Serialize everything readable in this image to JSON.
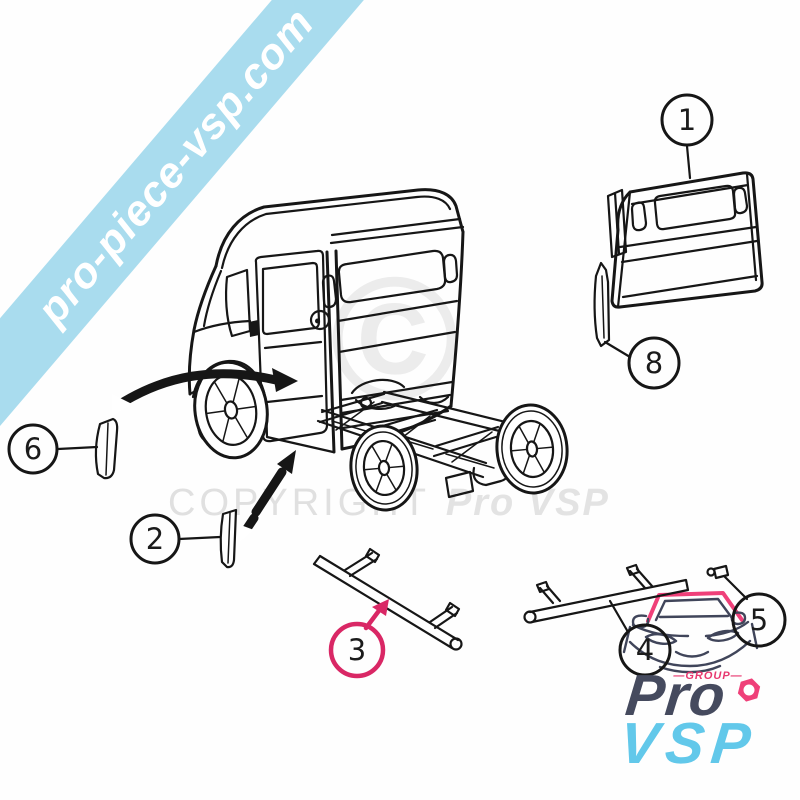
{
  "banner": {
    "text": "pro-piece-vsp.com",
    "background": "#a9dcee",
    "text_color": "#ffffff"
  },
  "watermark": {
    "copyright": "COPYRIGHT",
    "brand": "Pro VSP",
    "symbol": "©",
    "color": "#e2e2e2"
  },
  "callouts": {
    "c1": {
      "label": "1"
    },
    "c2": {
      "label": "2"
    },
    "c3": {
      "label": "3",
      "highlighted": true,
      "highlight_color": "#d92765"
    },
    "c4": {
      "label": "4"
    },
    "c5": {
      "label": "5"
    },
    "c6": {
      "label": "6"
    },
    "c8": {
      "label": "8"
    }
  },
  "logo": {
    "group": "—GROUP—",
    "name_top": "Pro",
    "name_bottom": "VSP",
    "colors": {
      "group": "#e8386f",
      "top": "#454a5e",
      "bottom": "#62c8ea",
      "nut": "#ef4079"
    }
  },
  "colors": {
    "drawing_ink": "#161616",
    "highlight_pink": "#d92765",
    "sketch_navy": "#40455a"
  }
}
